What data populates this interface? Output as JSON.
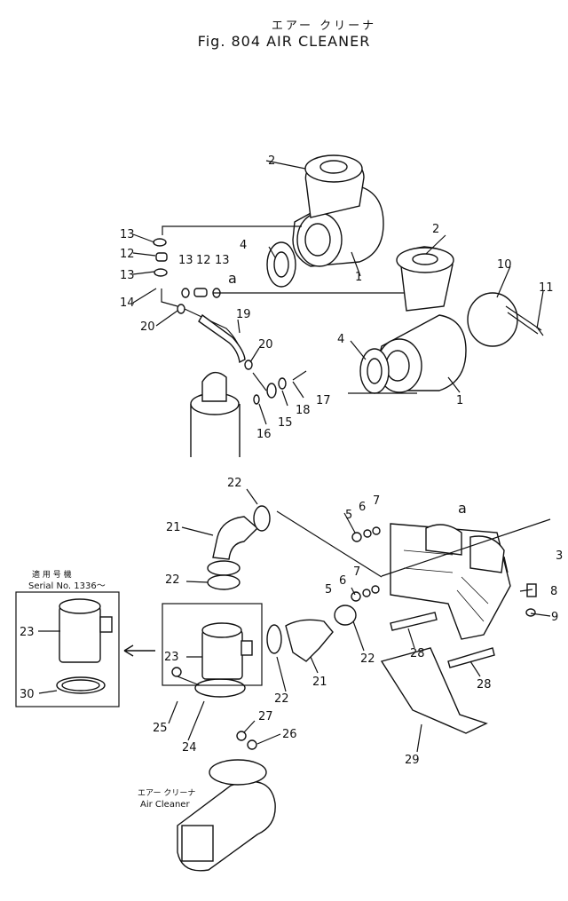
{
  "title": {
    "japanese": "エアー クリーナ",
    "main": "Fig. 804   AIR CLEANER"
  },
  "callouts": {
    "n1a": "1",
    "n1b": "1",
    "n2a": "2",
    "n2b": "2",
    "n3": "3",
    "n4a": "4",
    "n4b": "4",
    "n5a": "5",
    "n5b": "5",
    "n6a": "6",
    "n6b": "6",
    "n7a": "7",
    "n7b": "7",
    "n8": "8",
    "n9": "9",
    "n10": "10",
    "n11": "11",
    "n12a": "12",
    "n12b": "12",
    "n13a": "13",
    "n13b": "13",
    "n13c": "13",
    "n13d": "13",
    "n14": "14",
    "n15": "15",
    "n16": "16",
    "n17": "17",
    "n18": "18",
    "n19": "19",
    "n20a": "20",
    "n20b": "20",
    "n21a": "21",
    "n21b": "21",
    "n22a": "22",
    "n22b": "22",
    "n22c": "22",
    "n22d": "22",
    "n23a": "23",
    "n23b": "23",
    "n24": "24",
    "n25": "25",
    "n26": "26",
    "n27": "27",
    "n28a": "28",
    "n28b": "28",
    "n29": "29",
    "n30": "30",
    "aa": "a",
    "ab": "a"
  },
  "serial_box": {
    "jp": "適 用 号 機",
    "serial": "Serial No. 1336～"
  },
  "bottom_label": {
    "jp": "エアー クリーナ",
    "en": "Air Cleaner"
  }
}
